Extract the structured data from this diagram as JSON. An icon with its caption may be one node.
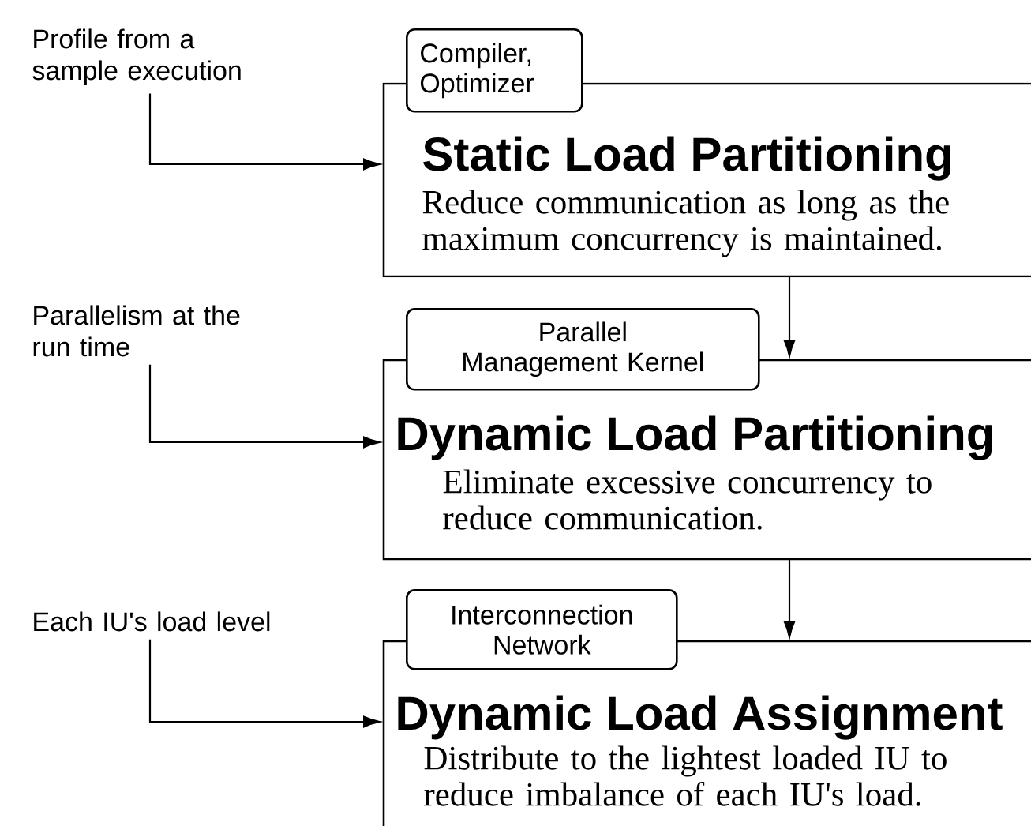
{
  "diagram": {
    "nodes": [
      {
        "text": [
          "Profile from a sample execution"
        ]
      },
      {
        "text": [
          "Compiler, Optimizer"
        ]
      },
      {
        "text": [
          "Static Load Partitioning",
          "Reduce communication as long as the maximum concurrency is maintained."
        ]
      },
      {
        "text": [
          "Parallelism at the run time"
        ]
      },
      {
        "text": [
          "Parallel Management Kernel"
        ]
      },
      {
        "text": [
          "Dynamic Load Partitioning",
          "Eliminate excessive concurrency to reduce communication."
        ]
      },
      {
        "text": [
          "Each IU's load level"
        ]
      },
      {
        "text": [
          "Interconnection Network"
        ]
      },
      {
        "text": [
          "Dynamic Load Assignment",
          "Distribute to the lightest loaded IU to reduce imbalance of each IU's load."
        ]
      }
    ],
    "edges": [
      {
        "from": 0,
        "to": 2,
        "arrow": "to"
      },
      {
        "from": 2,
        "to": 5,
        "arrow": "to"
      },
      {
        "from": 3,
        "to": 5,
        "arrow": "to"
      },
      {
        "from": 5,
        "to": 8,
        "arrow": "to"
      },
      {
        "from": 6,
        "to": 8,
        "arrow": "to"
      }
    ]
  }
}
